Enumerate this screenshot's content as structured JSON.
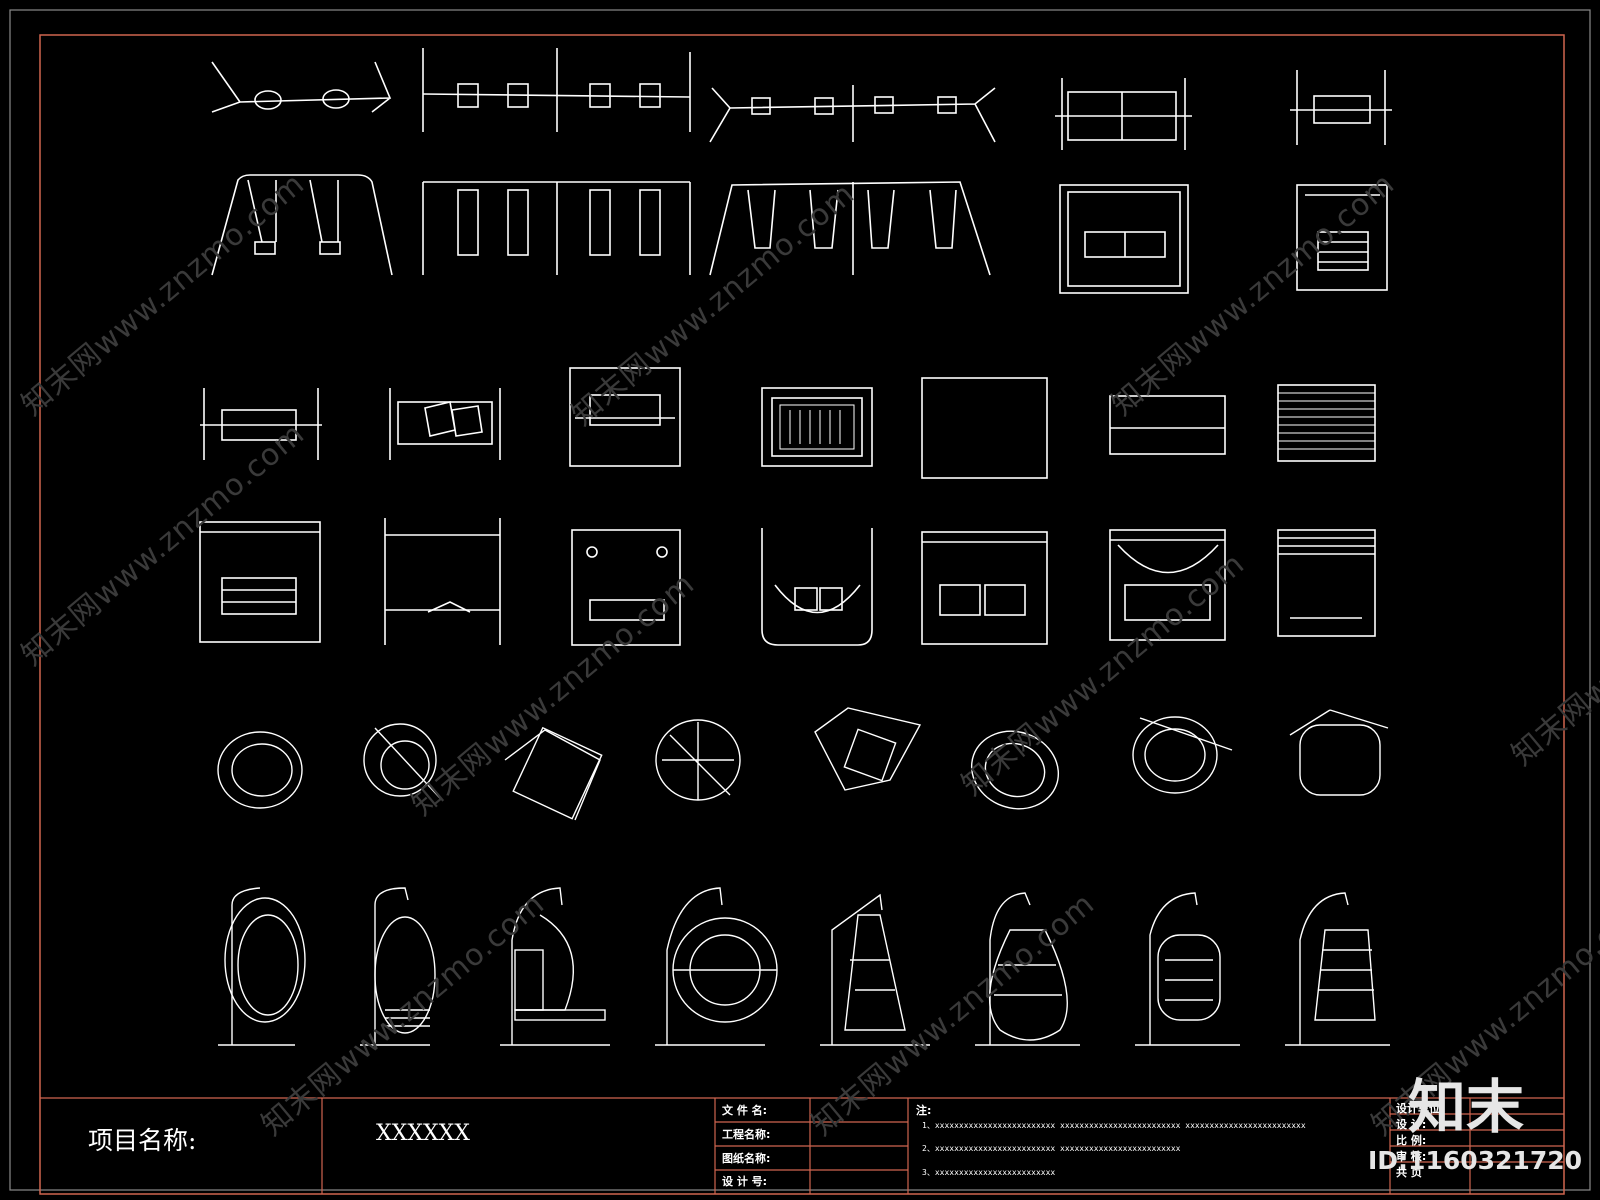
{
  "colors": {
    "background": "#000000",
    "border_red": "#d0654f",
    "line": "#ffffff",
    "grey_frame": "#8a8a8a",
    "watermark": "#3a3a3a"
  },
  "title_block": {
    "project_label": "项目名称:",
    "project_value": "XXXXXX",
    "fields": [
      "文 件 名:",
      "工程名称:",
      "图纸名称:",
      "设 计 号:"
    ],
    "notes_label": "注:",
    "notes": [
      "1、xxxxxxxxxxxxxxxxxxxxxxxxx   xxxxxxxxxxxxxxxxxxxxxxxxx   xxxxxxxxxxxxxxxxxxxxxxxxx",
      "2、xxxxxxxxxxxxxxxxxxxxxxxxx   xxxxxxxxxxxxxxxxxxxxxxxxx",
      "3、xxxxxxxxxxxxxxxxxxxxxxxxx"
    ],
    "right_fields": [
      "设计单位:",
      "设 计:",
      "比 例:",
      "审 核:",
      "共  页"
    ]
  },
  "watermark": {
    "site_text": "知末网www.znzmo.com"
  },
  "brand": {
    "logo_text": "知末",
    "id_text": "ID:1160321720"
  },
  "drawing_sections": [
    "swing-set-plans",
    "swing-set-elevations",
    "porch-swing-plans",
    "porch-swing-elevations",
    "hanging-chair-plans",
    "hanging-chair-elevations"
  ]
}
